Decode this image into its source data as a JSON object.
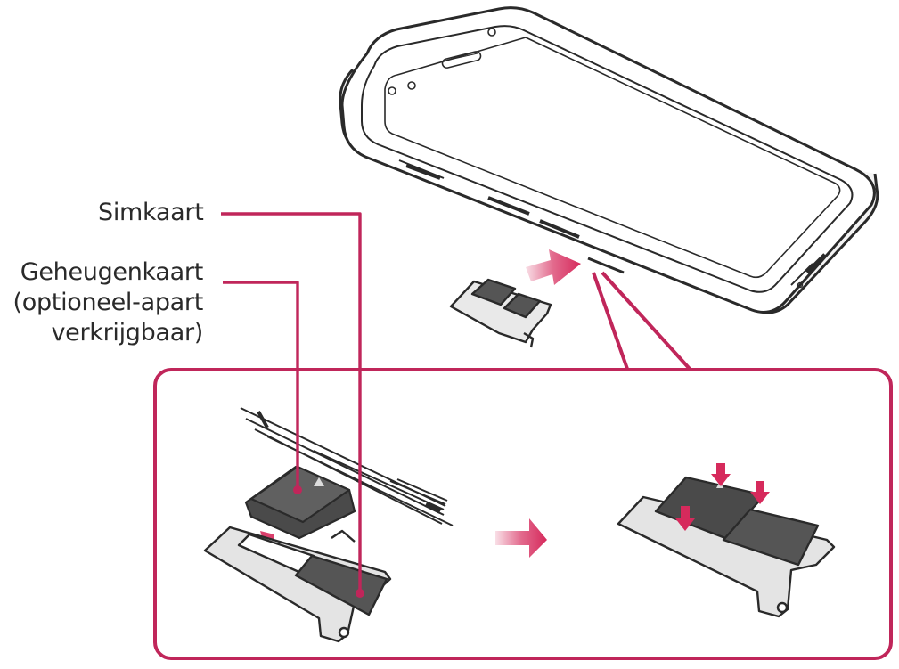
{
  "labels": {
    "sim_card": "Simkaart",
    "memory_card_line1": "Geheugenkaart",
    "memory_card_line2": "(optioneel-apart",
    "memory_card_line3": "verkrijgbaar)"
  },
  "colors": {
    "accent": "#c0265a",
    "line": "#2a2a2a",
    "tray_fill": "#e6e6e6",
    "card_fill": "#4a4a4a",
    "arrow_fill": "#d62a5c"
  }
}
